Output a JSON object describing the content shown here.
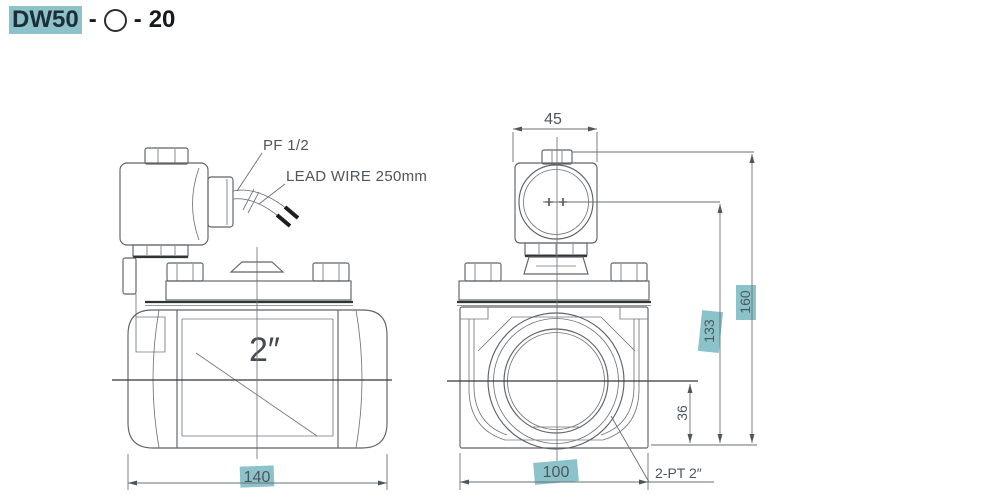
{
  "title": {
    "model": "DW50",
    "separator1": "-",
    "separator2": "-",
    "port_code": "20"
  },
  "palette": {
    "highlight": "#8cc3ca",
    "line": "#5f6468",
    "dark": "#2f3437",
    "dim_text": "#4d565c",
    "title_text": "#16191d"
  },
  "left_view": {
    "labels": {
      "pilot_port": "PF 1/2",
      "lead_wire": "LEAD WIRE 250mm",
      "bore_size": "2″"
    },
    "dims": {
      "body_width": "140"
    }
  },
  "right_view": {
    "labels": {
      "ports": "2-PT 2″"
    },
    "dims": {
      "coil_width": "45",
      "overall_height": "160",
      "center_height": "133",
      "center_to_base": "36",
      "body_width": "100"
    }
  }
}
